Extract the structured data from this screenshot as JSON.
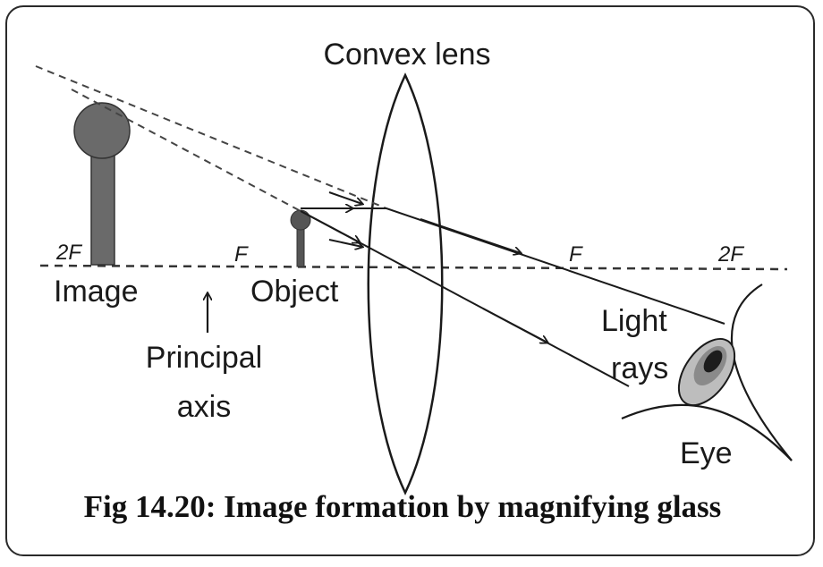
{
  "title": "Convex lens",
  "caption": "Fig 14.20: Image formation by magnifying glass",
  "labels": {
    "image": "Image",
    "object": "Object",
    "principal_axis_line1": "Principal",
    "principal_axis_line2": "axis",
    "light_rays_line1": "Light",
    "light_rays_line2": "rays",
    "eye": "Eye",
    "left_2f": "2F",
    "left_f": "F",
    "right_f": "F",
    "right_2f": "2F"
  },
  "colors": {
    "ink": "#1a1a1a",
    "image_fill": "#6a6a6a",
    "object_fill": "#555555",
    "iris": "#8a8a8a",
    "pupil": "#1c1c1c"
  }
}
